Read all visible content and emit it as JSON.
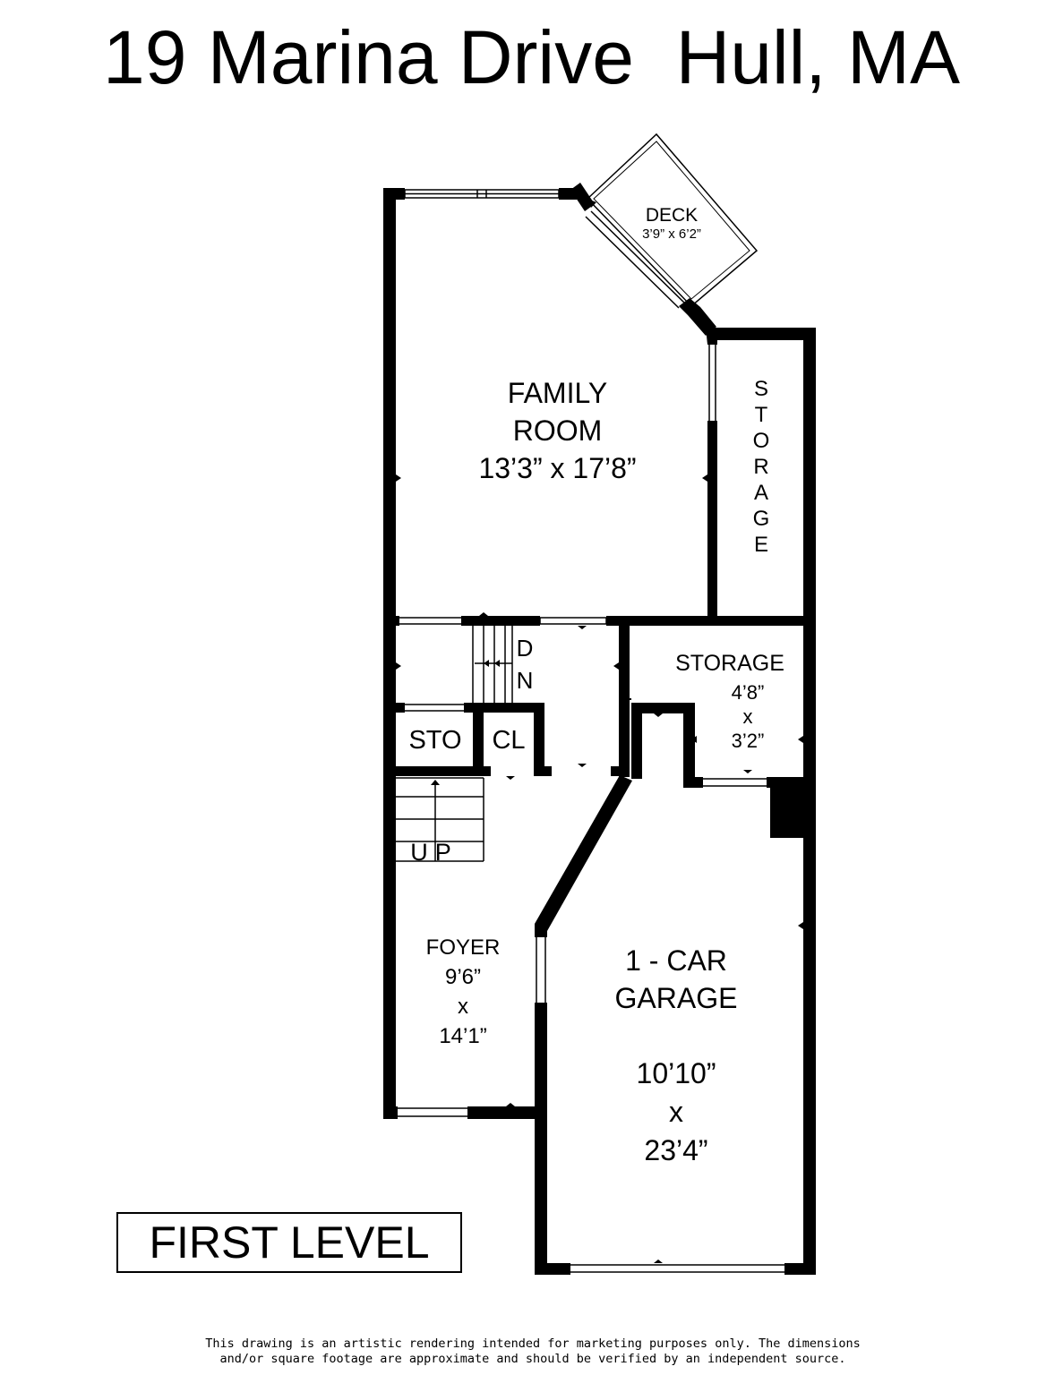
{
  "title": "19 Marina Drive  Hull, MA",
  "level_label": "FIRST LEVEL",
  "rooms": {
    "family_room": {
      "name_line1": "FAMILY",
      "name_line2": "ROOM",
      "size": "13’3” x 17’8”"
    },
    "deck": {
      "name": "DECK",
      "size": "3’9” x 6’2”"
    },
    "storage_tall": {
      "letters": [
        "S",
        "T",
        "O",
        "R",
        "A",
        "G",
        "E"
      ]
    },
    "storage_small": {
      "name": "STORAGE",
      "dim1": "4’8”",
      "x": "x",
      "dim2": "3’2”"
    },
    "sto": {
      "name": "STO"
    },
    "cl": {
      "name": "CL"
    },
    "stairs_down": {
      "l1": "D",
      "l2": "N"
    },
    "stairs_up": {
      "label": "UP"
    },
    "foyer": {
      "name": "FOYER",
      "dim1": "9’6”",
      "x": "x",
      "dim2": "14’1”"
    },
    "garage": {
      "name_line1": "1 - CAR",
      "name_line2": "GARAGE",
      "dim1": "10’10”",
      "x": "x",
      "dim2": "23’4”"
    }
  },
  "disclaimer": {
    "line1": "This drawing is an artistic rendering intended for marketing purposes only.  The dimensions",
    "line2": "and/or square footage are approximate and should be verified by an independent source."
  }
}
